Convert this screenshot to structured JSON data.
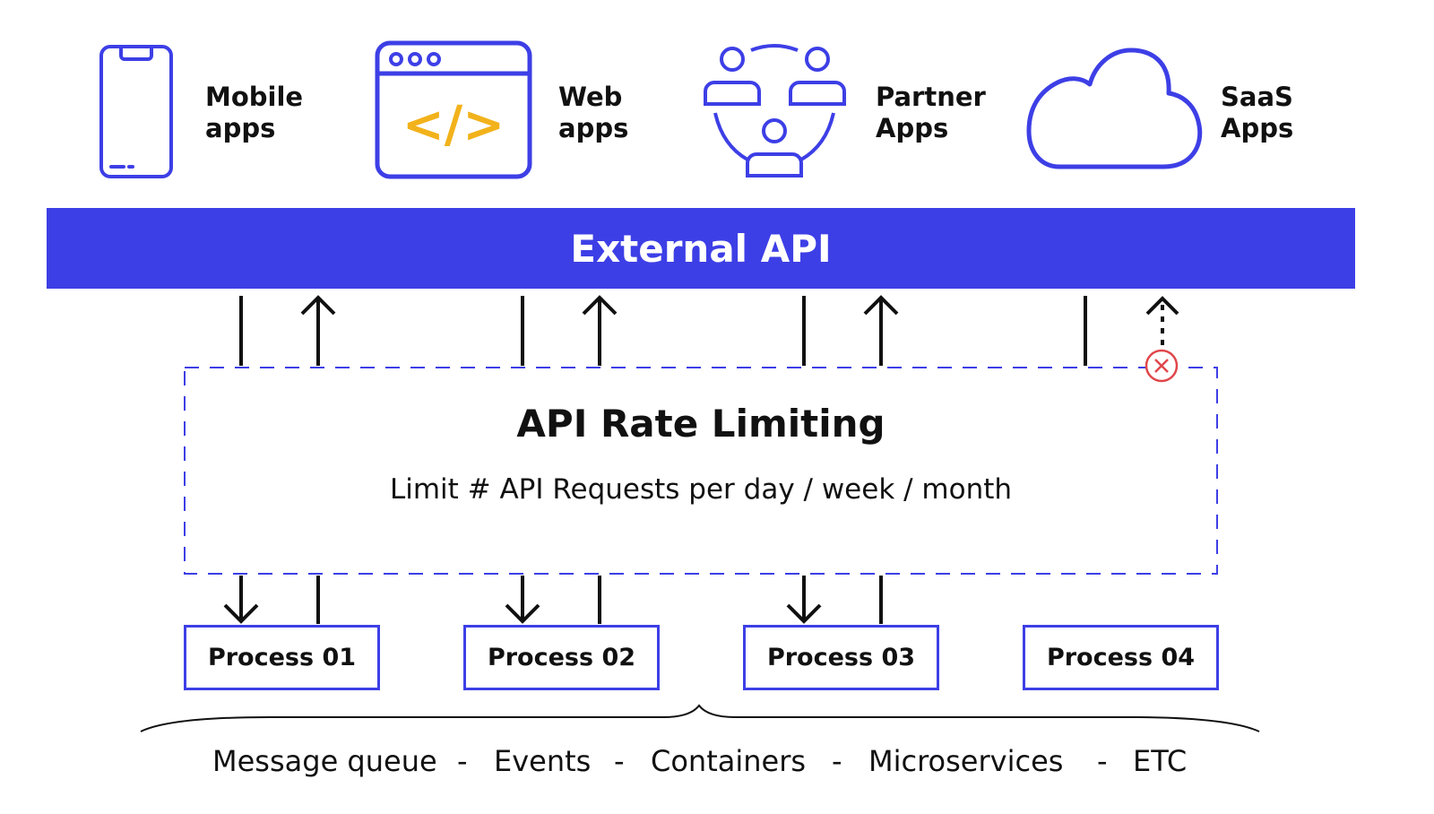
{
  "clients": [
    {
      "id": "mobile",
      "line1": "Mobile",
      "line2": "apps"
    },
    {
      "id": "web",
      "line1": "Web",
      "line2": "apps"
    },
    {
      "id": "partner",
      "line1": "Partner",
      "line2": "Apps"
    },
    {
      "id": "saas",
      "line1": "SaaS",
      "line2": "Apps"
    }
  ],
  "icon_names": [
    "mobile-phone-icon",
    "browser-code-icon",
    "partner-group-icon",
    "cloud-icon",
    "blocked-x-icon"
  ],
  "web_icon_symbol": "</>",
  "colors": {
    "accent": "#3d3fe6",
    "code": "#f2b21b",
    "blocked": "#e0474c",
    "ink": "#111111"
  },
  "external_api": {
    "label": "External API"
  },
  "rate_limiter": {
    "title": "API Rate Limiting",
    "subtitle": "Limit # API Requests per day / week / month"
  },
  "processes": [
    {
      "label": "Process 01"
    },
    {
      "label": "Process 02"
    },
    {
      "label": "Process 03"
    },
    {
      "label": "Process 04",
      "blocked": true
    }
  ],
  "footer": {
    "items": [
      "Message queue",
      "Events",
      "Containers",
      "Microservices",
      "ETC"
    ],
    "separator": "-"
  }
}
